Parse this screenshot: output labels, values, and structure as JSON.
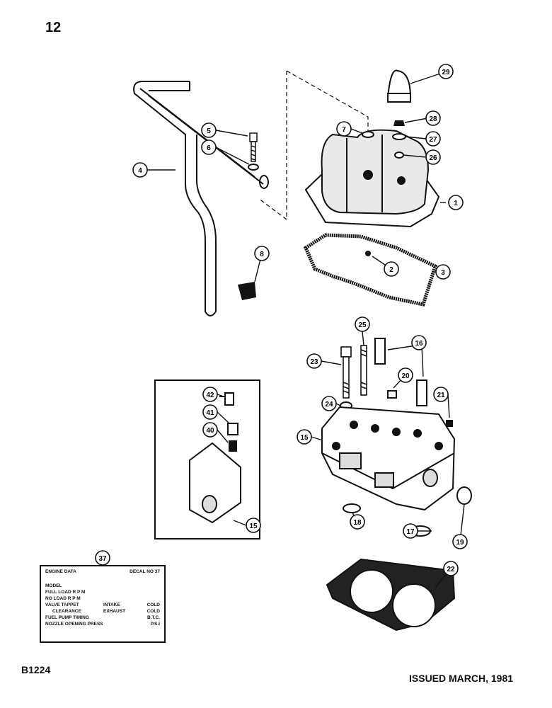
{
  "page": {
    "number": "12",
    "code": "B1224",
    "issued": "ISSUED MARCH, 1981"
  },
  "callouts": [
    "1",
    "2",
    "3",
    "4",
    "5",
    "6",
    "7",
    "8",
    "15",
    "15",
    "16",
    "17",
    "18",
    "19",
    "20",
    "21",
    "22",
    "23",
    "24",
    "25",
    "26",
    "27",
    "28",
    "29",
    "37",
    "40",
    "41",
    "42"
  ],
  "decal": {
    "title": "ENGINE DATA",
    "decal_no": "DECAL NO 37",
    "rows": [
      {
        "label": "MODEL",
        "middle": "",
        "right": ""
      },
      {
        "label": "FULL LOAD R P M",
        "middle": "",
        "right": ""
      },
      {
        "label": "NO LOAD R P M",
        "middle": "",
        "right": ""
      },
      {
        "label": "VALVE TAPPET",
        "middle": "INTAKE",
        "right": "COLD"
      },
      {
        "label": "CLEARANCE",
        "middle": "EXHAUST",
        "right": "COLD"
      },
      {
        "label": "FUEL PUMP TIMING",
        "middle": "",
        "right": "B.T.C."
      },
      {
        "label": "NOZZLE OPENING PRESS",
        "middle": "",
        "right": "P.S.I"
      }
    ]
  }
}
